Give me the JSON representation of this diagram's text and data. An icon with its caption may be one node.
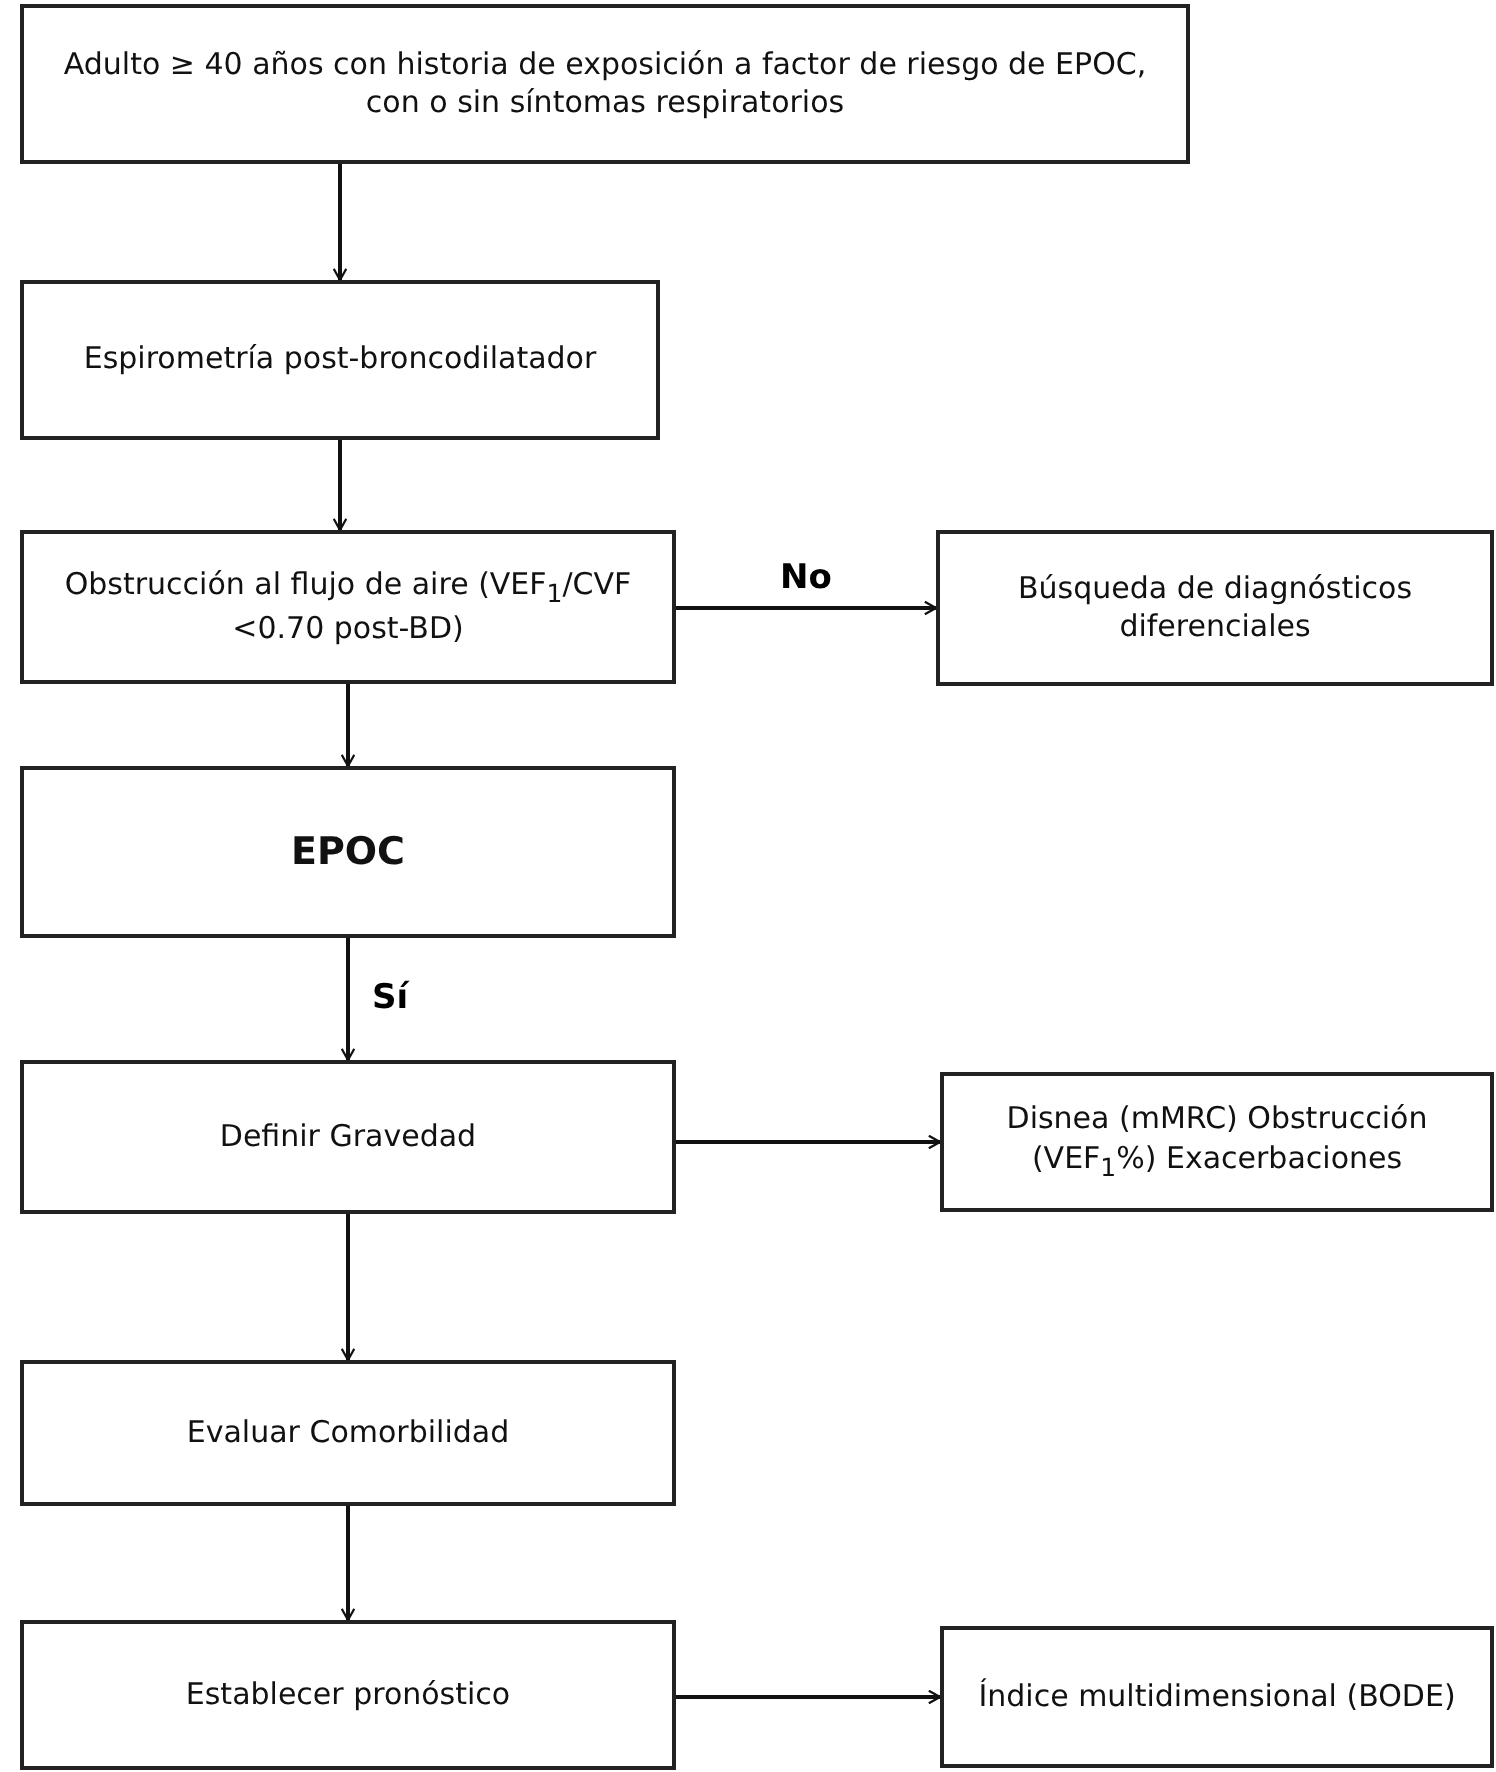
{
  "diagram": {
    "nodes": [
      {
        "text": [
          "Adulto ≥ 40 años con historia de exposición a factor de riesgo de EPOC, con o sin síntomas respiratorios"
        ]
      },
      {
        "text": [
          "Espirometría post-broncodilatador"
        ]
      },
      {
        "text": [
          "Obstrucción al flujo de aire (VEF$_{1}$/CVF <0.70 post-BD)"
        ]
      },
      {
        "text": [
          "EPOC"
        ]
      },
      {
        "text": [
          "Búsqueda de diagnósticos diferenciales"
        ]
      },
      {
        "text": [
          "Definir Gravedad"
        ]
      },
      {
        "text": [
          "Disnea (mMRC) Obstrucción (VEF$_{1}$%) Exacerbaciones"
        ]
      },
      {
        "text": [
          "Evaluar Comorbilidad"
        ]
      },
      {
        "text": [
          "Establecer pronóstico"
        ]
      },
      {
        "text": [
          "Índice multidimensional (BODE)"
        ]
      }
    ],
    "edges": [
      {
        "from": 0,
        "to": 1,
        "arrow": "to"
      },
      {
        "from": 1,
        "to": 2,
        "arrow": "to"
      },
      {
        "from": 2,
        "to": 4,
        "arrow": "to",
        "label": "No"
      },
      {
        "from": 2,
        "to": 3,
        "arrow": "to"
      },
      {
        "from": 3,
        "to": 5,
        "arrow": "to",
        "label": "Sí"
      },
      {
        "from": 5,
        "to": 6,
        "arrow": "to"
      },
      {
        "from": 5,
        "to": 7,
        "arrow": "to"
      },
      {
        "from": 7,
        "to": 8,
        "arrow": "to"
      },
      {
        "from": 8,
        "to": 9,
        "arrow": "to"
      }
    ]
  }
}
